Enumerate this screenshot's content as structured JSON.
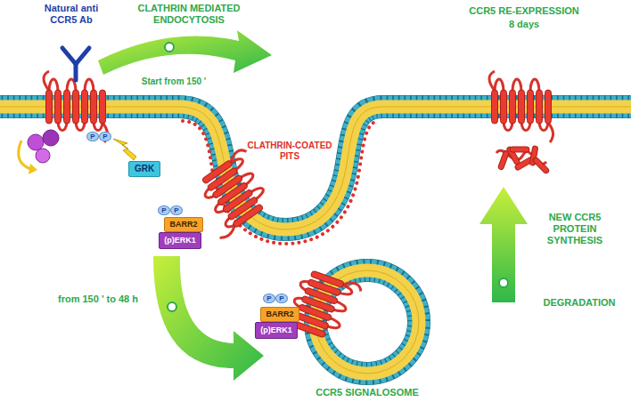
{
  "diagram": {
    "nodes": [
      {
        "text": [
          "P"
        ]
      },
      {
        "text": [
          "P"
        ]
      },
      {
        "text": [
          "GRK"
        ]
      },
      {
        "text": [
          "P"
        ]
      },
      {
        "text": [
          "P"
        ]
      },
      {
        "text": [
          "BARR2"
        ]
      },
      {
        "text": [
          "(p)ERK1"
        ]
      },
      {
        "text": [
          "P"
        ]
      },
      {
        "text": [
          "P"
        ]
      },
      {
        "text": [
          "BARR2"
        ]
      },
      {
        "text": [
          "(p)ERK1"
        ]
      }
    ],
    "labels": [
      "Natural anti CCR5 Ab",
      "CLATHRIN MEDIATED ENDOCYTOSIS",
      "Start from 150 '",
      "CLATHRIN-COATED PITS",
      "from 150 ' to 48 h",
      "CCR5 SIGNALOSOME",
      "CCR5 RE-EXPRESSION",
      "8 days",
      "NEW CCR5 PROTEIN SYNTHESIS",
      "DEGRADATION"
    ]
  }
}
